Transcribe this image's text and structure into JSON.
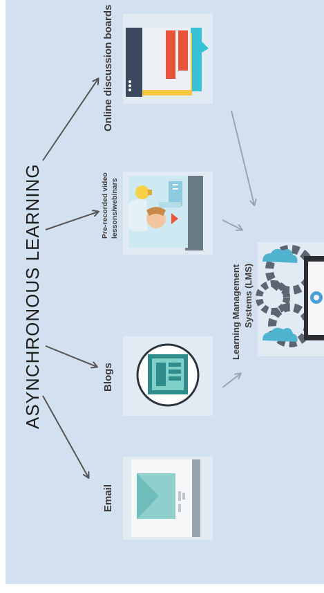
{
  "diagram": {
    "title": "ASYNCHRONOUS LEARNING",
    "items": {
      "online_discussion_boards": "Online discussion boards",
      "video_lessons_line1": "Pre-recorded video",
      "video_lessons_line2": "lessons/webinars",
      "blogs": "Blogs",
      "email": "Email",
      "lms_line1": "Learning Management",
      "lms_line2": "Systems (LMS)"
    }
  },
  "colors": {
    "background": "#d3e0ef",
    "card": "#e2eaf4",
    "arrow_dark": "#555555",
    "arrow_light": "#9aa4ad",
    "board_red": "#e8533a",
    "board_yellow": "#f5c842",
    "board_dark": "#3c4a5e",
    "board_blue": "#38c2d8"
  }
}
